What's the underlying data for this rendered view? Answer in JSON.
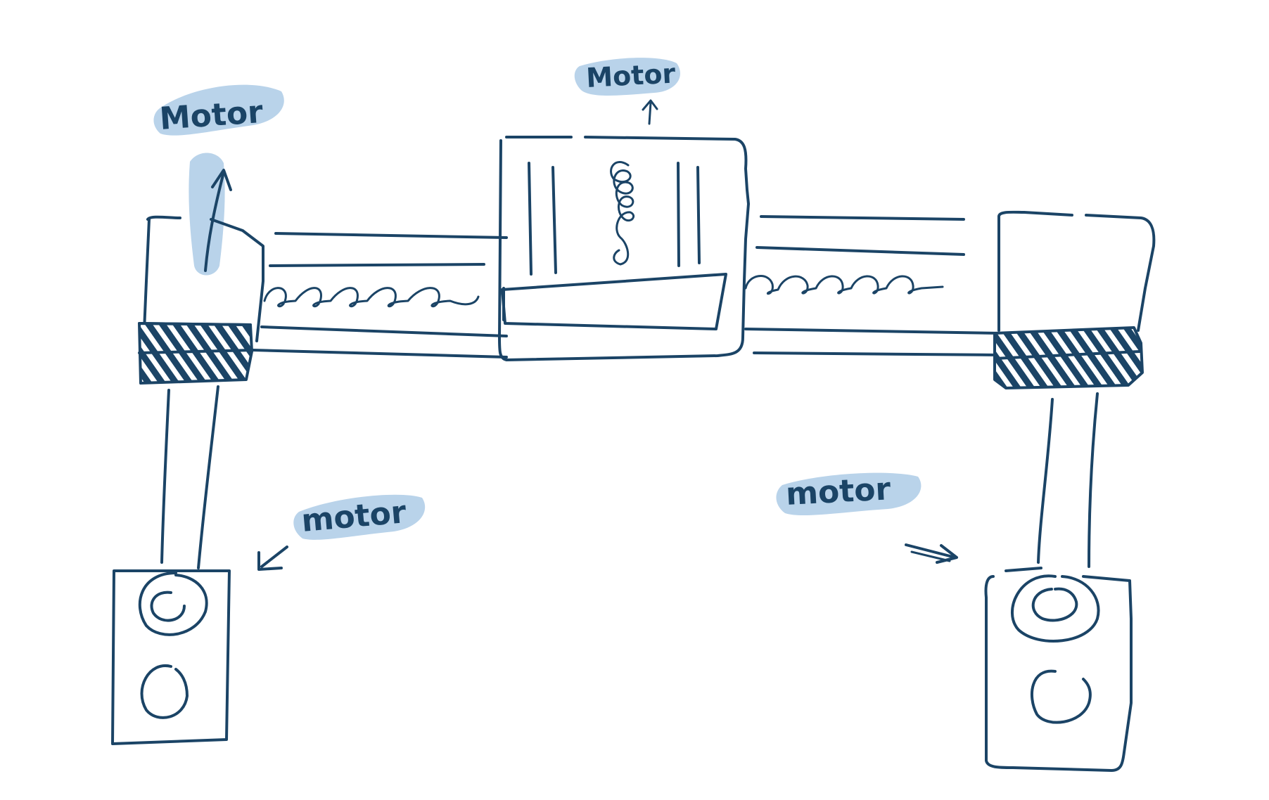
{
  "labels": {
    "top_left": "Motor",
    "top_center": "Motor",
    "bottom_left": "motor",
    "bottom_right": "motor"
  },
  "colors": {
    "ink": "#1b4466",
    "highlight": "#b9d3ea",
    "background": "#ffffff"
  }
}
